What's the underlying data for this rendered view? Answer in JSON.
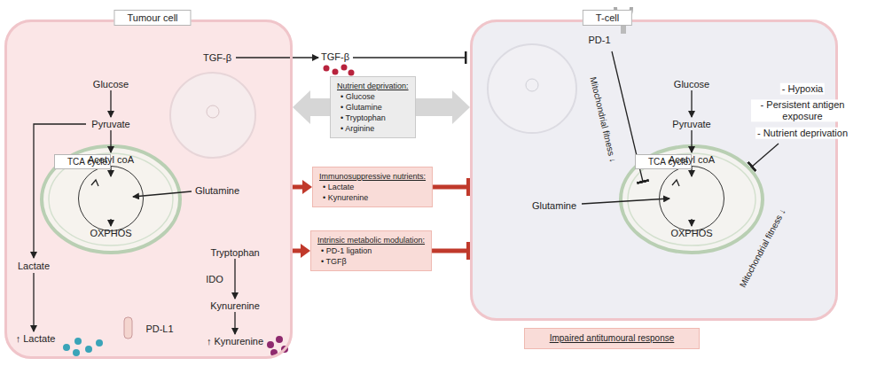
{
  "diagram": {
    "nodes": [
      {
        "text": [
          "Tumour cell"
        ]
      },
      {
        "text": [
          "TCA cycle"
        ],
        "in": 0
      },
      {
        "text": [
          "Nutrient deprivation:",
          "• Glucose",
          "• Glutamine",
          "• Tryptophan",
          "• Arginine"
        ]
      },
      {
        "text": [
          "Immunosuppressive nutrients:",
          "• Lactate",
          "• Kynurenine"
        ]
      },
      {
        "text": [
          "Intrinsic metabolic modulation:",
          "• PD-1 ligation",
          "• TGFβ"
        ]
      },
      {
        "text": [
          "T-cell"
        ]
      },
      {
        "text": [
          "TCA cycle"
        ],
        "in": 5
      },
      {
        "text": [
          "Impaired antitumoural response"
        ]
      }
    ],
    "edges": [
      {
        "from": 2,
        "to": 0,
        "arrow": "to"
      },
      {
        "from": 2,
        "to": 5,
        "arrow": "to"
      },
      {
        "from": 0,
        "to": 3,
        "arrow": "to"
      },
      {
        "from": 3,
        "to": 5,
        "arrow": "to"
      },
      {
        "from": 0,
        "to": 4,
        "arrow": "to"
      },
      {
        "from": 4,
        "to": 5,
        "arrow": "to"
      }
    ],
    "labels": [
      "TGF-β",
      "TGF-β",
      "Glucose",
      "Pyruvate",
      "Acetyl coA",
      "Glutamine",
      "OXPHOS",
      "Lactate",
      "Tryptophan",
      "IDO",
      "Kynurenine",
      "PD-L1",
      "↑ Lactate",
      "↑ Kynurenine",
      "PD-1",
      "Mitochondrial fitness ↓",
      "Glucose",
      "Pyruvate",
      "Acetyl coA",
      "Glutamine",
      "OXPHOS",
      "Mitochondrial fitness ↓",
      "- Hypoxia",
      "- Persistent antigen exposure",
      "- Nutrient deprivation"
    ]
  }
}
